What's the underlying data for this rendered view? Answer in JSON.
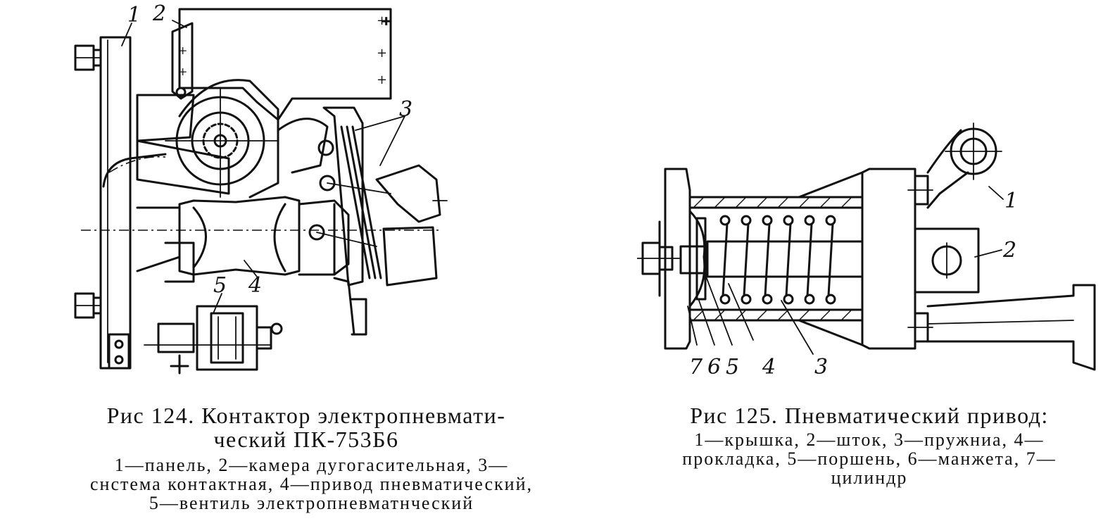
{
  "figure_124": {
    "labels": {
      "l1": "1",
      "l2": "2",
      "l3": "3",
      "l4": "4",
      "l5": "5"
    },
    "title_line1": "Рис 124. Контактор электропневмати-",
    "title_line2": "ческий ПК-753Б6",
    "legend_line1": "1—панель, 2—камера дугогасительная, 3—",
    "legend_line2": "снстема контактная, 4—привод пневматический,",
    "legend_line3": "5—вентиль электропневматнческий"
  },
  "figure_125": {
    "labels": {
      "l1": "1",
      "l2": "2",
      "l3": "3",
      "l4": "4",
      "l5": "5",
      "l6": "6",
      "l7": "7"
    },
    "title_line1": "Рис 125. Пневматический привод:",
    "legend_line1": "1—крышка, 2—шток, 3—пружниа, 4—",
    "legend_line2": "прокладка, 5—поршень, 6—манжета, 7—",
    "legend_line3": "цилиндр"
  }
}
